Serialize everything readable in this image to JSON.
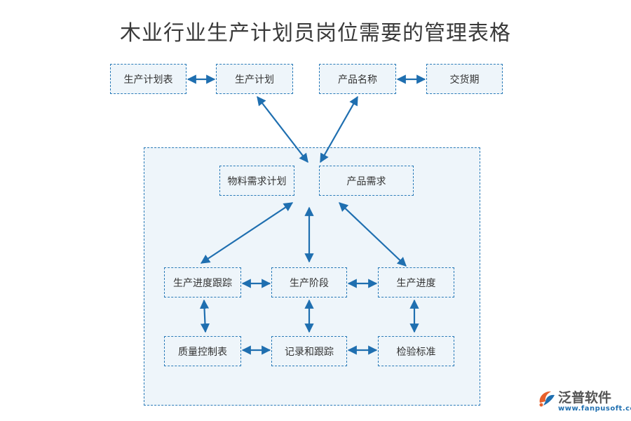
{
  "title": "木业行业生产计划员岗位需要的管理表格",
  "colors": {
    "accent": "#1f6fb0",
    "border": "#2a7bb8",
    "box_fill": "#eef5fa"
  },
  "nodes": {
    "production_plan_table": "生产计划表",
    "production_plan": "生产计划",
    "product_name": "产品名称",
    "delivery_date": "交货期",
    "material_requirement_plan": "物料需求计划",
    "product_demand": "产品需求",
    "production_progress_tracking": "生产进度跟踪",
    "production_stage": "生产阶段",
    "production_progress": "生产进度",
    "quality_control_table": "质量控制表",
    "record_and_tracking": "记录和跟踪",
    "inspection_standard": "检验标准"
  },
  "logo": {
    "name": "泛普软件",
    "url": "www.fanpusoft.com"
  }
}
